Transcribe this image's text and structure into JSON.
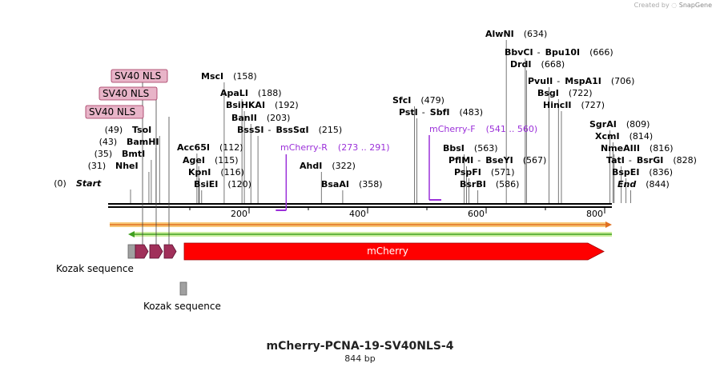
{
  "header": {
    "credit_prefix": "Created by",
    "credit_brand": "SnapGene"
  },
  "map": {
    "title": "mCherry-PCNA-19-SV40NLS-4",
    "length_label": "844 bp",
    "length": 844,
    "ruler_ticks": [
      "200",
      "400",
      "600",
      "800"
    ],
    "ruler_values": [
      200,
      400,
      600,
      800
    ],
    "colors": {
      "primer": "#9b30d9",
      "mcherry": "#ff0000",
      "nls": "#a0305a",
      "nls_label_fill": "#e8b4c8",
      "kozak": "#a0a0a0",
      "orf_forward": "#e07020",
      "orf_reverse": "#40a020"
    }
  },
  "sites": [
    {
      "name": "Start",
      "pos": "(0)",
      "value": 0,
      "italic": true
    },
    {
      "name": "NheI",
      "pos": "(31)",
      "value": 31
    },
    {
      "name": "BmtI",
      "pos": "(35)",
      "value": 35
    },
    {
      "name": "BamHI",
      "pos": "(43)",
      "value": 43
    },
    {
      "name": "TsoI",
      "pos": "(49)",
      "value": 49
    },
    {
      "name": "MscI",
      "pos": "(158)",
      "value": 158
    },
    {
      "name": "ApaLI",
      "pos": "(188)",
      "value": 188
    },
    {
      "name": "BsiHKAI",
      "pos": "(192)",
      "value": 192
    },
    {
      "name": "BanII",
      "pos": "(203)",
      "value": 203
    },
    {
      "name": "BssSI",
      "extra": "BssSαI",
      "pos": "(215)",
      "value": 215
    },
    {
      "name": "Acc65I",
      "pos": "(112)",
      "value": 112
    },
    {
      "name": "AgeI",
      "pos": "(115)",
      "value": 115
    },
    {
      "name": "KpnI",
      "pos": "(116)",
      "value": 116
    },
    {
      "name": "BsiEI",
      "pos": "(120)",
      "value": 120
    },
    {
      "name": "AhdI",
      "pos": "(322)",
      "value": 322
    },
    {
      "name": "BsaAI",
      "pos": "(358)",
      "value": 358
    },
    {
      "name": "SfcI",
      "pos": "(479)",
      "value": 479
    },
    {
      "name": "PstI",
      "extra": "SbfI",
      "pos": "(483)",
      "value": 483
    },
    {
      "name": "AlwNI",
      "pos": "(634)",
      "value": 634
    },
    {
      "name": "BbvCI",
      "extra": "Bpu10I",
      "pos": "(666)",
      "value": 666
    },
    {
      "name": "DrdI",
      "pos": "(668)",
      "value": 668
    },
    {
      "name": "PvuII",
      "extra": "MspA1I",
      "pos": "(706)",
      "value": 706
    },
    {
      "name": "BsgI",
      "pos": "(722)",
      "value": 722
    },
    {
      "name": "HincII",
      "pos": "(727)",
      "value": 727
    },
    {
      "name": "BbsI",
      "pos": "(563)",
      "value": 563
    },
    {
      "name": "PflMI",
      "extra": "BseYI",
      "pos": "(567)",
      "value": 567
    },
    {
      "name": "PspFI",
      "pos": "(571)",
      "value": 571
    },
    {
      "name": "BsrBI",
      "pos": "(586)",
      "value": 586
    },
    {
      "name": "SgrAI",
      "pos": "(809)",
      "value": 809
    },
    {
      "name": "XcmI",
      "pos": "(814)",
      "value": 814
    },
    {
      "name": "NmeAIII",
      "pos": "(816)",
      "value": 816
    },
    {
      "name": "TatI",
      "extra": "BsrGI",
      "pos": "(828)",
      "value": 828
    },
    {
      "name": "BspEI",
      "pos": "(836)",
      "value": 836
    },
    {
      "name": "End",
      "pos": "(844)",
      "value": 844,
      "italic": true
    }
  ],
  "primers": [
    {
      "name": "mCherry-R",
      "range": "(273 .. 291)",
      "start": 273,
      "end": 291,
      "direction": "reverse"
    },
    {
      "name": "mCherry-F",
      "range": "(541 .. 560)",
      "start": 541,
      "end": 560,
      "direction": "forward"
    }
  ],
  "features": {
    "nls_labels": [
      "SV40 NLS",
      "SV40 NLS",
      "SV40 NLS"
    ],
    "mcherry_label": "mCherry",
    "kozak_labels": [
      "Kozak sequence",
      "Kozak sequence"
    ]
  }
}
